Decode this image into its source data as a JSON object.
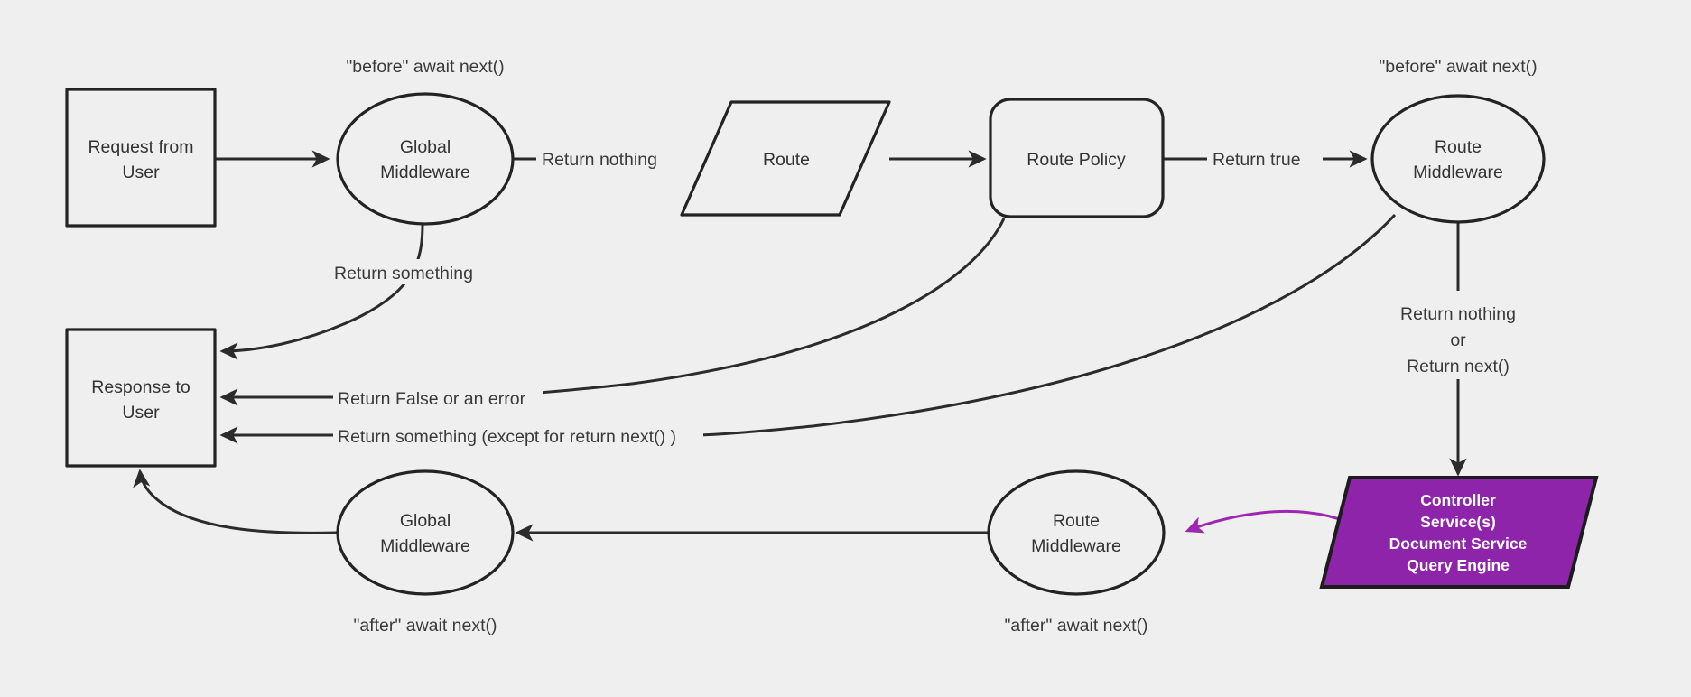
{
  "diagram": {
    "title": "Request lifecycle middleware flow",
    "background_color": "#efefef",
    "stroke_color": "#232323",
    "accent_color": "#8e24aa",
    "nodes": {
      "request": {
        "line1": "Request from",
        "line2": "User"
      },
      "global_middleware_before": {
        "line1": "Global",
        "line2": "Middleware"
      },
      "route": {
        "line1": "Route"
      },
      "route_policy": {
        "line1": "Route Policy"
      },
      "route_middleware_before": {
        "line1": "Route",
        "line2": "Middleware"
      },
      "controller": {
        "line1": "Controller",
        "line2": "Service(s)",
        "line3": "Document Service",
        "line4": "Query Engine"
      },
      "route_middleware_after": {
        "line1": "Route",
        "line2": "Middleware"
      },
      "global_middleware_after": {
        "line1": "Global",
        "line2": "Middleware"
      },
      "response": {
        "line1": "Response to",
        "line2": "User"
      }
    },
    "captions": {
      "before_global": "\"before\" await next()",
      "before_route": "\"before\" await next()",
      "after_global": "\"after\" await next()",
      "after_route": "\"after\" await next()"
    },
    "edge_labels": {
      "return_nothing": "Return nothing",
      "return_true": "Return true",
      "return_something_global": "Return something",
      "return_false_or_error": "Return False or an error",
      "return_something_except_next": "Return something (except for return next() )",
      "return_nothing_or_next_l1": "Return nothing",
      "return_nothing_or_next_l2": "or",
      "return_nothing_or_next_l3": "Return next()"
    }
  }
}
